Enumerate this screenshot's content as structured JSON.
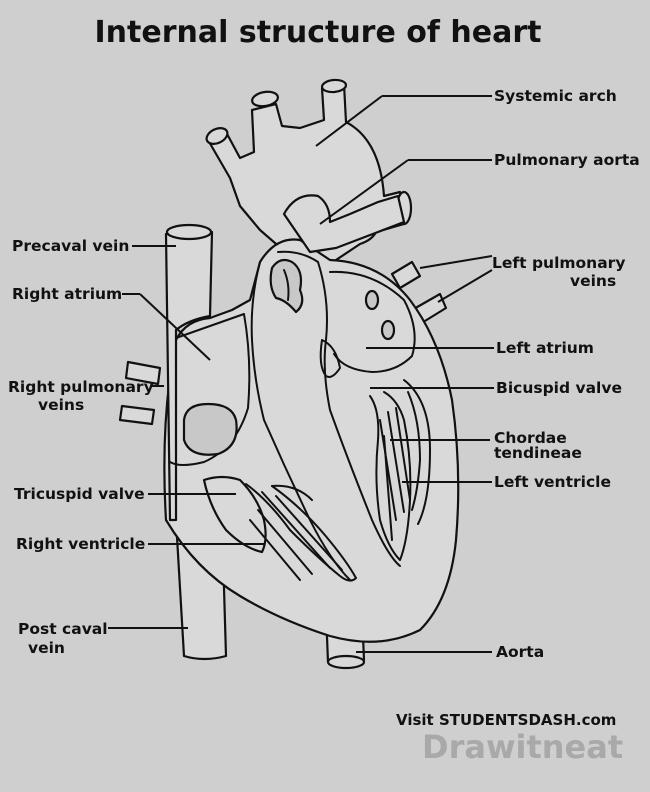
{
  "title": "Internal structure of heart",
  "labels": {
    "systemic_arch": "Systemic arch",
    "pulmonary_aorta": "Pulmonary aorta",
    "left_pulmonary_veins_1": "Left pulmonary",
    "left_pulmonary_veins_2": "veins",
    "left_atrium": "Left atrium",
    "bicuspid_valve": "Bicuspid valve",
    "chordae_tendineae_1": "Chordae",
    "chordae_tendineae_2": "tendineae",
    "left_ventricle": "Left ventricle",
    "aorta": "Aorta",
    "precaval_vein": "Precaval vein",
    "right_atrium": "Right atrium",
    "right_pulmonary_veins_1": "Right pulmonary",
    "right_pulmonary_veins_2": "veins",
    "tricuspid_valve": "Tricuspid valve",
    "right_ventricle": "Right ventricle",
    "post_caval_vein_1": "Post caval",
    "post_caval_vein_2": "vein"
  },
  "footer": {
    "visit_text": "Visit STUDENTSDASH.com",
    "watermark": "Drawitneat"
  }
}
